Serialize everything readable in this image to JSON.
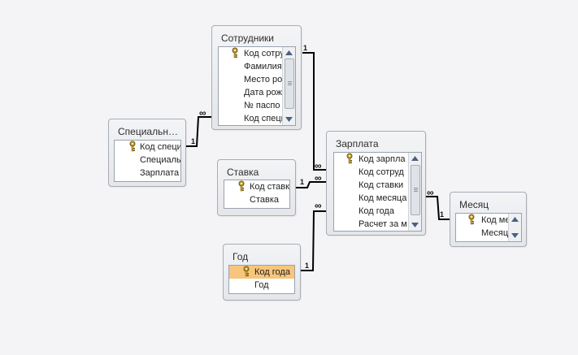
{
  "tables": {
    "specialnosti": {
      "title": "Специальн…",
      "fields": [
        "Код специ",
        "Специальн",
        "Зарплата"
      ]
    },
    "sotrudniki": {
      "title": "Сотрудники",
      "fields": [
        "Код сотру",
        "Фамилия",
        "Место ро",
        "Дата рож",
        "№ паспо",
        "Код специ"
      ]
    },
    "stavka": {
      "title": "Ставка",
      "fields": [
        "Код ставк",
        "Ставка"
      ]
    },
    "god": {
      "title": "Год",
      "fields": [
        "Код года",
        "Год"
      ]
    },
    "zarplata": {
      "title": "Зарплата",
      "fields": [
        "Код зарпла",
        "Код сотруд",
        "Код ставки",
        "Код месяца",
        "Код года",
        "Расчет за м"
      ]
    },
    "mesyac": {
      "title": "Месяц",
      "fields": [
        "Код ме",
        "Месяц"
      ]
    }
  },
  "relationships": {
    "one_label": "1",
    "many_label": "∞"
  },
  "colors": {
    "canvas": "#f4f4f6",
    "table_border": "#a8acb4",
    "selected_field": "#f8c57c",
    "key_icon": "#c8a42e",
    "relation_line": "#000000"
  },
  "icons": {
    "primary_key": "key-icon",
    "scroll_up": "scroll-up-icon",
    "scroll_down": "scroll-down-icon"
  }
}
